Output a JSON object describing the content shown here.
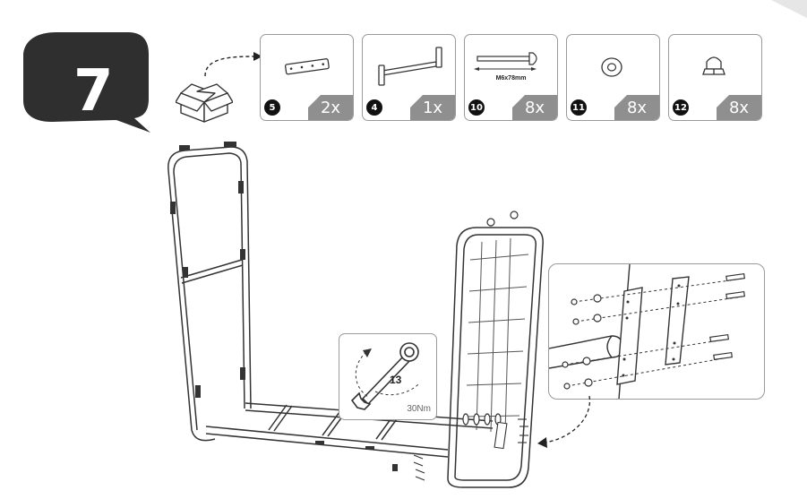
{
  "step": {
    "number": "7"
  },
  "parts": [
    {
      "id": "5",
      "qty": "2x",
      "icon": "bracket-plate-icon"
    },
    {
      "id": "4",
      "qty": "1x",
      "icon": "crossbar-tube-icon"
    },
    {
      "id": "10",
      "qty": "8x",
      "icon": "carriage-bolt-icon",
      "dimension": "M6x78mm"
    },
    {
      "id": "11",
      "qty": "8x",
      "icon": "washer-icon"
    },
    {
      "id": "12",
      "qty": "8x",
      "icon": "cap-nut-icon"
    }
  ],
  "tool": {
    "size": "13",
    "torque": "30Nm",
    "icon": "wrench-icon"
  }
}
